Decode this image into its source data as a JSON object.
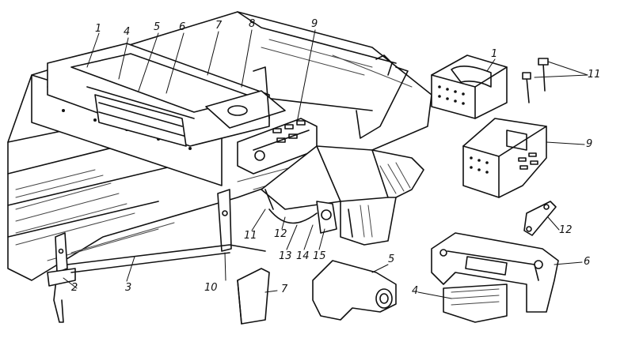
{
  "callouts": [
    {
      "id": "c1a",
      "text": "1"
    },
    {
      "id": "c4a",
      "text": "4"
    },
    {
      "id": "c5a",
      "text": "5"
    },
    {
      "id": "c6a",
      "text": "6"
    },
    {
      "id": "c7a",
      "text": "7"
    },
    {
      "id": "c8",
      "text": "8"
    },
    {
      "id": "c9a",
      "text": "9"
    },
    {
      "id": "c1b",
      "text": "1"
    },
    {
      "id": "c11b",
      "text": "11"
    },
    {
      "id": "c9b",
      "text": "9"
    },
    {
      "id": "c12b",
      "text": "12"
    },
    {
      "id": "c6b",
      "text": "6"
    },
    {
      "id": "c4b",
      "text": "4"
    },
    {
      "id": "c5b",
      "text": "5"
    },
    {
      "id": "c7b",
      "text": "7"
    },
    {
      "id": "c10",
      "text": "10"
    },
    {
      "id": "c3",
      "text": "3"
    },
    {
      "id": "c2",
      "text": "2"
    },
    {
      "id": "c11a",
      "text": "11"
    },
    {
      "id": "c12a",
      "text": "12"
    },
    {
      "id": "c13",
      "text": "13"
    },
    {
      "id": "c14",
      "text": "14"
    },
    {
      "id": "c15",
      "text": "15"
    }
  ],
  "colors": {
    "ink": "#111111",
    "hatch": "#444444",
    "paper": "#ffffff"
  }
}
